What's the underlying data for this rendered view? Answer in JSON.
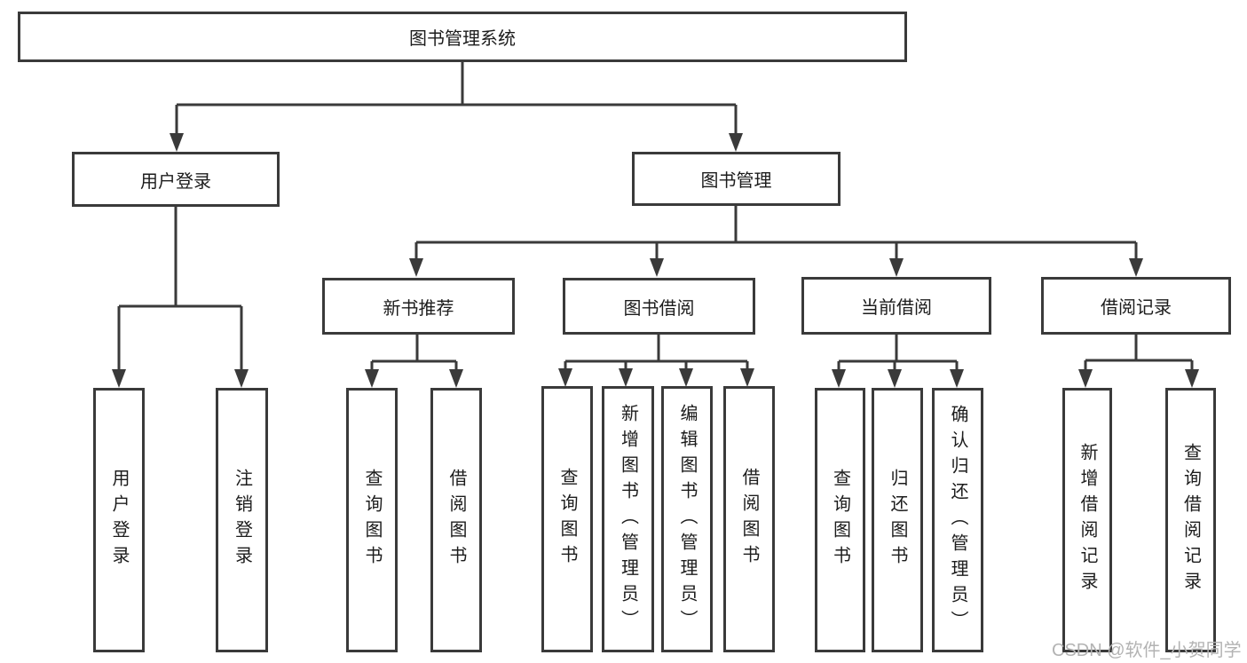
{
  "diagram": {
    "title_node": "图书管理系统",
    "level2": {
      "user_login": "用户登录",
      "book_management": "图书管理"
    },
    "level3": {
      "new_book_recommend": "新书推荐",
      "book_borrowing": "图书借阅",
      "current_borrowing": "当前借阅",
      "borrowing_records": "借阅记录"
    },
    "leaves": {
      "user_login": "用户登录",
      "logout": "注销登录",
      "nb_query_books": "查询图书",
      "nb_borrow_books": "借阅图书",
      "bb_query_books": "查询图书",
      "bb_add_books_admin": "新增图书（管理员）",
      "bb_edit_books_admin": "编辑图书（管理员）",
      "bb_borrow_books": "借阅图书",
      "cb_query_books": "查询图书",
      "cb_return_books": "归还图书",
      "cb_confirm_return_admin": "确认归还（管理员）",
      "br_add_record": "新增借阅记录",
      "br_query_record": "查询借阅记录"
    }
  },
  "watermark": "CSDN @软件_小贺同学",
  "colors": {
    "line": "#3a3a3a",
    "text": "#1c1c1c",
    "watermark": "#b3b3b3",
    "background": "#ffffff"
  }
}
